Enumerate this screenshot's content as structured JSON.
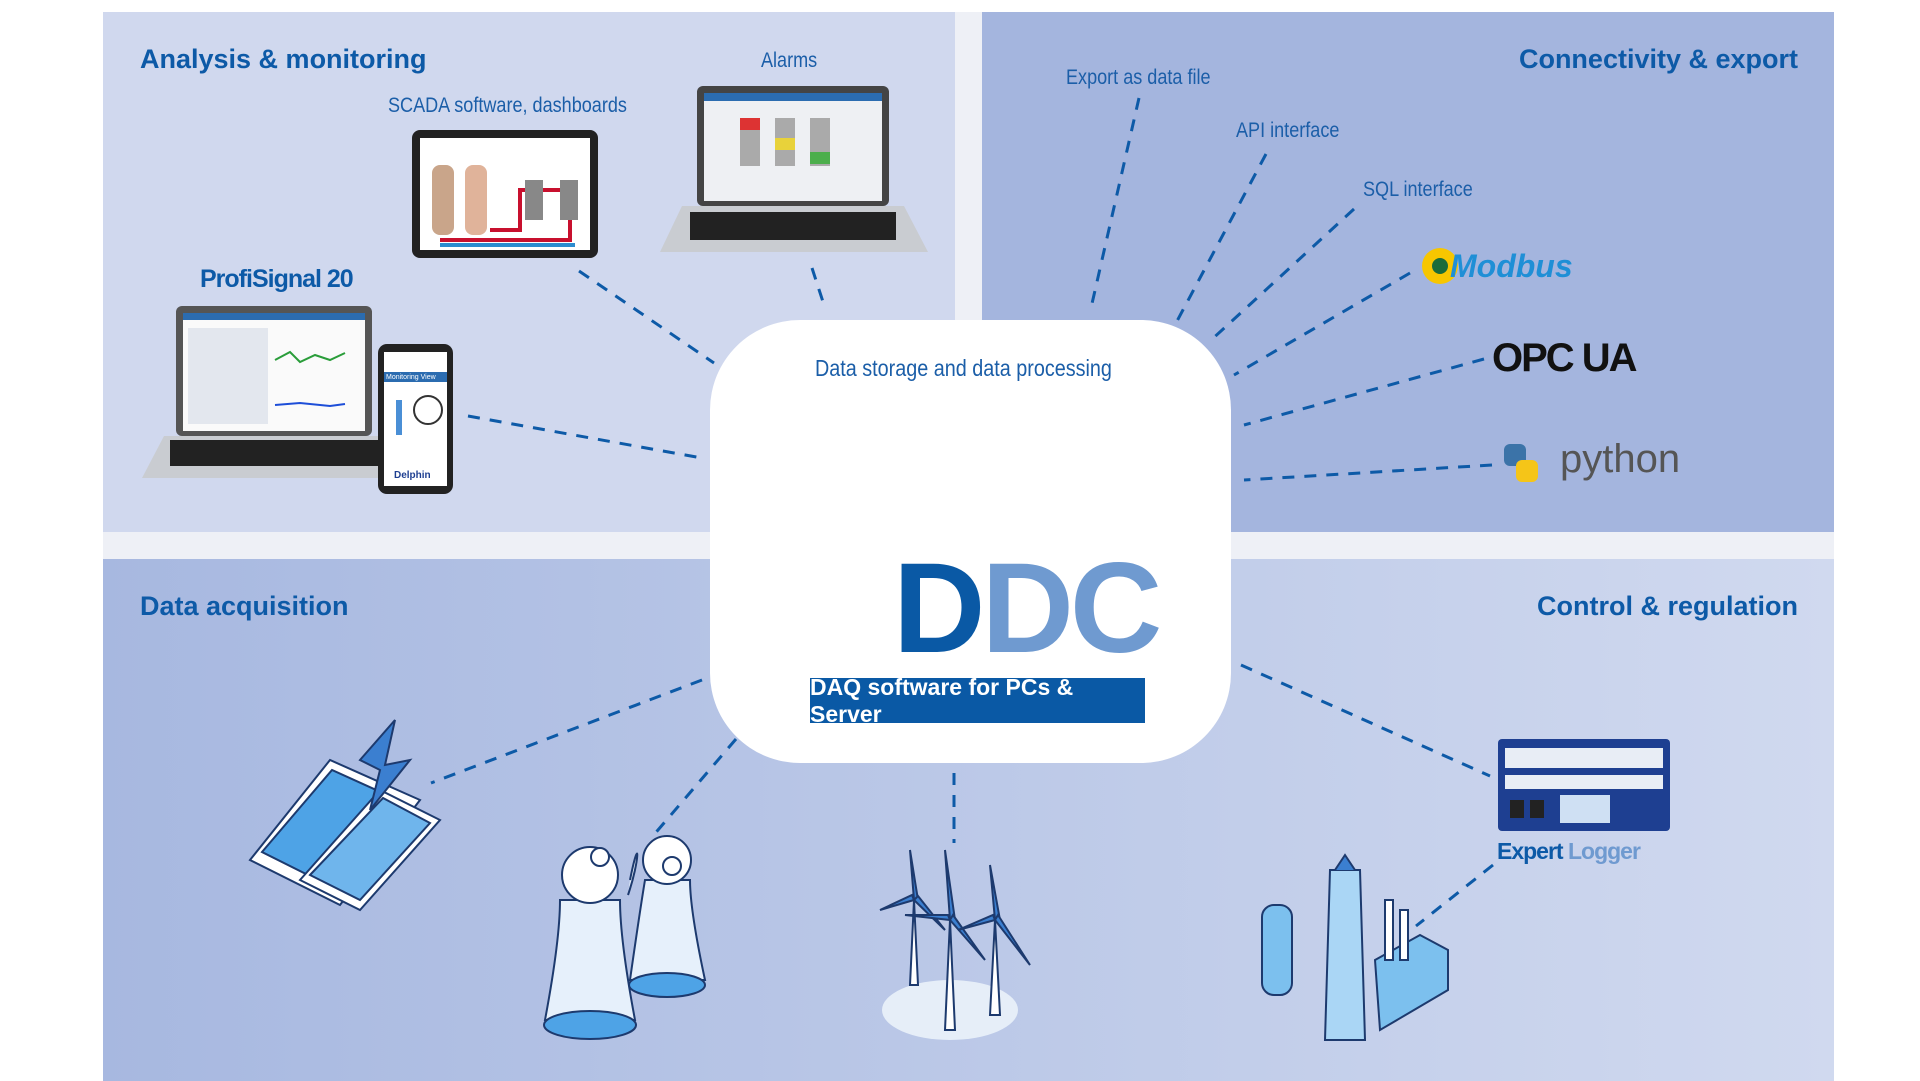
{
  "sections": {
    "analysis": "Analysis & monitoring",
    "connectivity": "Connectivity & export",
    "acquisition": "Data acquisition",
    "control": "Control & regulation"
  },
  "labels": {
    "scada": "SCADA software, dashboards",
    "alarms": "Alarms",
    "profisignal": "ProfiSignal 20",
    "export": "Export as data file",
    "api": "API interface",
    "sql": "SQL interface",
    "modbus": "Modbus",
    "opcua": "OPC UA",
    "python": "python",
    "expert_logger_a": "Expert",
    "expert_logger_b": "Logger",
    "phone_title": "Monitoring View",
    "phone_brand": "Delphin"
  },
  "center": {
    "subtitle": "Data storage and  data processing",
    "logo_d1": "D",
    "logo_dc": "DC",
    "banner": "DAQ software  for PCs & Server"
  },
  "colors": {
    "brand": "#0a59a5",
    "light_brand": "#6f9ad0",
    "node": "#d0103a",
    "panel_light": "#d0d8ee",
    "panel_dark": "#a4b5de"
  }
}
